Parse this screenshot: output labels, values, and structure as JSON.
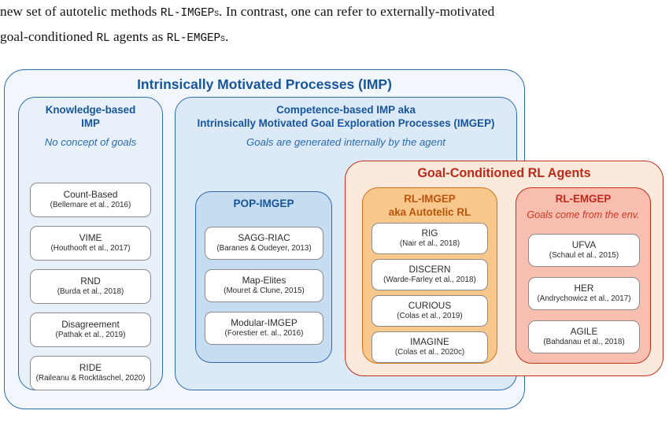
{
  "caption": {
    "line1_a": "new set of autotelic methods ",
    "line1_sc": "RL-IMGEPs",
    "line1_b": ". In contrast, one can refer to externally-motivated",
    "line2_a": "goal-conditioned ",
    "line2_sc1": "RL",
    "line2_b": " agents as ",
    "line2_sc2": "RL-EMGEPs",
    "line2_c": "."
  },
  "figure": {
    "imp": {
      "title": "Intrinsically Motivated Processes (IMP)",
      "border_color": "#2a6bb0",
      "fill_color": "#f2f7fd",
      "text_color": "#17559c"
    },
    "knowledge_based": {
      "title": "Knowledge-based\nIMP",
      "title_line1": "Knowledge-based",
      "title_line2": "IMP",
      "subtitle": "No concept of goals",
      "border_color": "#2a6bb0",
      "fill_color": "#e8f1fa",
      "methods": [
        {
          "name": "Count-Based",
          "ref": "(Bellemare et al., 2016)"
        },
        {
          "name": "VIME",
          "ref": "(Houthooft et al., 2017)"
        },
        {
          "name": "RND",
          "ref": "(Burda et al., 2018)"
        },
        {
          "name": "Disagreement",
          "ref": "(Pathak et al., 2019)"
        },
        {
          "name": "RIDE",
          "ref": "(Raileanu & Rocktäschel,  2020)"
        }
      ]
    },
    "competence_based": {
      "title_line1": "Competence-based IMP aka",
      "title_line2": "Intrinsically Motivated Goal Exploration Processes (IMGEP)",
      "subtitle": "Goals are generated internally by the agent",
      "border_color": "#2a6bb0",
      "fill_color": "#dce9f7"
    },
    "pop_imgep": {
      "title": "POP-IMGEP",
      "border_color": "#2a6bb0",
      "fill_color": "#c6dcf1",
      "methods": [
        {
          "name": "SAGG-RIAC",
          "ref": "(Baranes & Oudeyer, 2013)"
        },
        {
          "name": "Map-Elites",
          "ref": "(Mouret & Clune, 2015)"
        },
        {
          "name": "Modular-IMGEP",
          "ref": "(Forestier et. al., 2016)"
        }
      ]
    },
    "goal_conditioned": {
      "title": "Goal-Conditioned RL Agents",
      "border_color": "#c0301f",
      "fill_color": "#fbeadb",
      "text_color": "#bb2a1b"
    },
    "rl_imgep": {
      "title_line1": "RL-IMGEP",
      "title_line2": "aka Autotelic RL",
      "border_color": "#d2731b",
      "fill_color": "#f8c78b",
      "text_color": "#b8540d",
      "methods": [
        {
          "name": "RIG",
          "ref": "(Nair et al., 2018)"
        },
        {
          "name": "DISCERN",
          "ref": "(Warde-Farley et al., 2018)"
        },
        {
          "name": "CURIOUS",
          "ref": "(Colas et al., 2019)"
        },
        {
          "name": "IMAGINE",
          "ref": "(Colas et al., 2020c)"
        }
      ]
    },
    "rl_emgep": {
      "title": "RL-EMGEP",
      "subtitle": "Goals come from the env.",
      "border_color": "#c0301f",
      "fill_color": "#f8bfb1",
      "text_color": "#bb2a1b",
      "methods": [
        {
          "name": "UFVA",
          "ref": "(Schaul et al., 2015)"
        },
        {
          "name": "HER",
          "ref": "(Andrychowicz et al., 2017)"
        },
        {
          "name": "AGILE",
          "ref": "(Bahdanau et al., 2018)"
        }
      ]
    }
  }
}
